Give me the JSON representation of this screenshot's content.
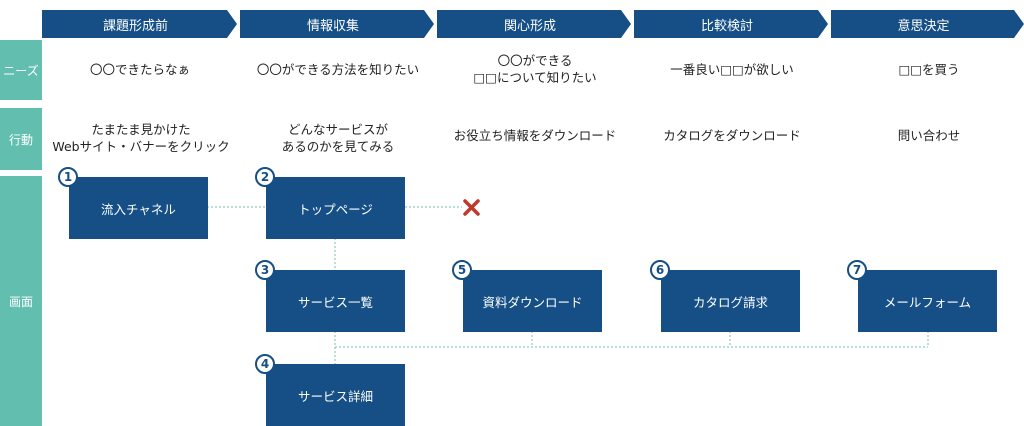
{
  "phases": [
    "課題形成前",
    "情報収集",
    "関心形成",
    "比較検討",
    "意思決定"
  ],
  "rows": {
    "needs": "ニーズ",
    "action": "行動",
    "screen": "画面"
  },
  "needs": [
    [
      "〇〇できたらなぁ"
    ],
    [
      "〇〇ができる方法を知りたい"
    ],
    [
      "〇〇ができる",
      "□□について知りたい"
    ],
    [
      "一番良い□□が欲しい"
    ],
    [
      "□□を買う"
    ]
  ],
  "actions": [
    [
      "たまたま見かけた",
      "Webサイト・バナーをクリック"
    ],
    [
      "どんなサービスが",
      "あるのかを見てみる"
    ],
    [
      "お役立ち情報をダウンロード"
    ],
    [
      "カタログをダウンロード"
    ],
    [
      "問い合わせ"
    ]
  ],
  "screens": [
    {
      "num": "1",
      "label": "流入チャネル"
    },
    {
      "num": "2",
      "label": "トップページ"
    },
    {
      "num": "3",
      "label": "サービス一覧"
    },
    {
      "num": "4",
      "label": "サービス詳細"
    },
    {
      "num": "5",
      "label": "資料ダウンロード"
    },
    {
      "num": "6",
      "label": "カタログ請求"
    },
    {
      "num": "7",
      "label": "メールフォーム"
    }
  ],
  "colors": {
    "navy": "#154f86",
    "teal": "#62bfb0",
    "dropout": "#c0392b",
    "connector": "#8fc9c0"
  }
}
